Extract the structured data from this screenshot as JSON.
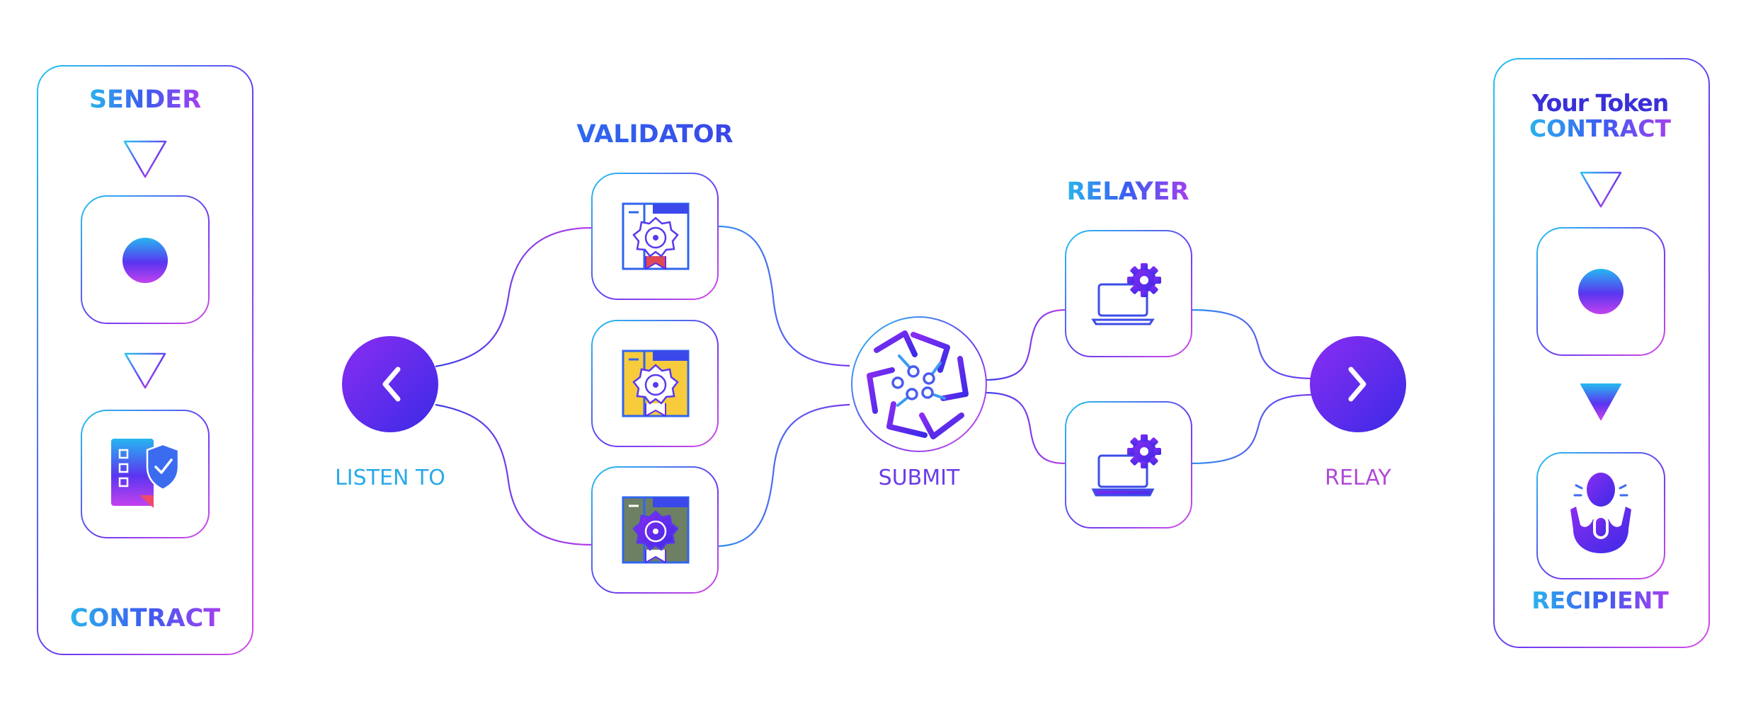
{
  "sender_panel": {
    "title": "SENDER",
    "footer": "CONTRACT",
    "icons": [
      "down-triangle-icon",
      "token-dot-icon",
      "down-triangle-icon",
      "contract-shield-icon"
    ]
  },
  "validator": {
    "title": "VALIDATOR",
    "icons": [
      "certificate-ribbon-icon",
      "certificate-ribbon-icon",
      "certificate-ribbon-icon"
    ],
    "colors": {
      "card1": "#ffffff",
      "card2": "#f7cb3c",
      "card3": "#6d8063"
    }
  },
  "listen": {
    "label": "LISTEN TO",
    "icon": "chevron-left-icon"
  },
  "submit": {
    "label": "SUBMIT",
    "icon": "circuit-hub-icon"
  },
  "relayer": {
    "title": "RELAYER",
    "icons": [
      "laptop-gear-icon",
      "laptop-gear-icon"
    ]
  },
  "relay": {
    "label": "RELAY",
    "icon": "chevron-right-icon"
  },
  "recipient_panel": {
    "title_line1": "Your Token",
    "title_line2": "CONTRACT",
    "footer": "RECIPIENT",
    "icons": [
      "down-triangle-icon",
      "token-dot-icon",
      "down-triangle-filled-icon",
      "person-celebrate-icon"
    ]
  },
  "colors": {
    "cyan": "#25b9ee",
    "blue": "#2b57f0",
    "indigo": "#5a2ae8",
    "purple": "#9b2cf0",
    "magenta": "#d24be8",
    "text_cyan": "#2aa9e8",
    "text_purple": "#b04ad8"
  }
}
